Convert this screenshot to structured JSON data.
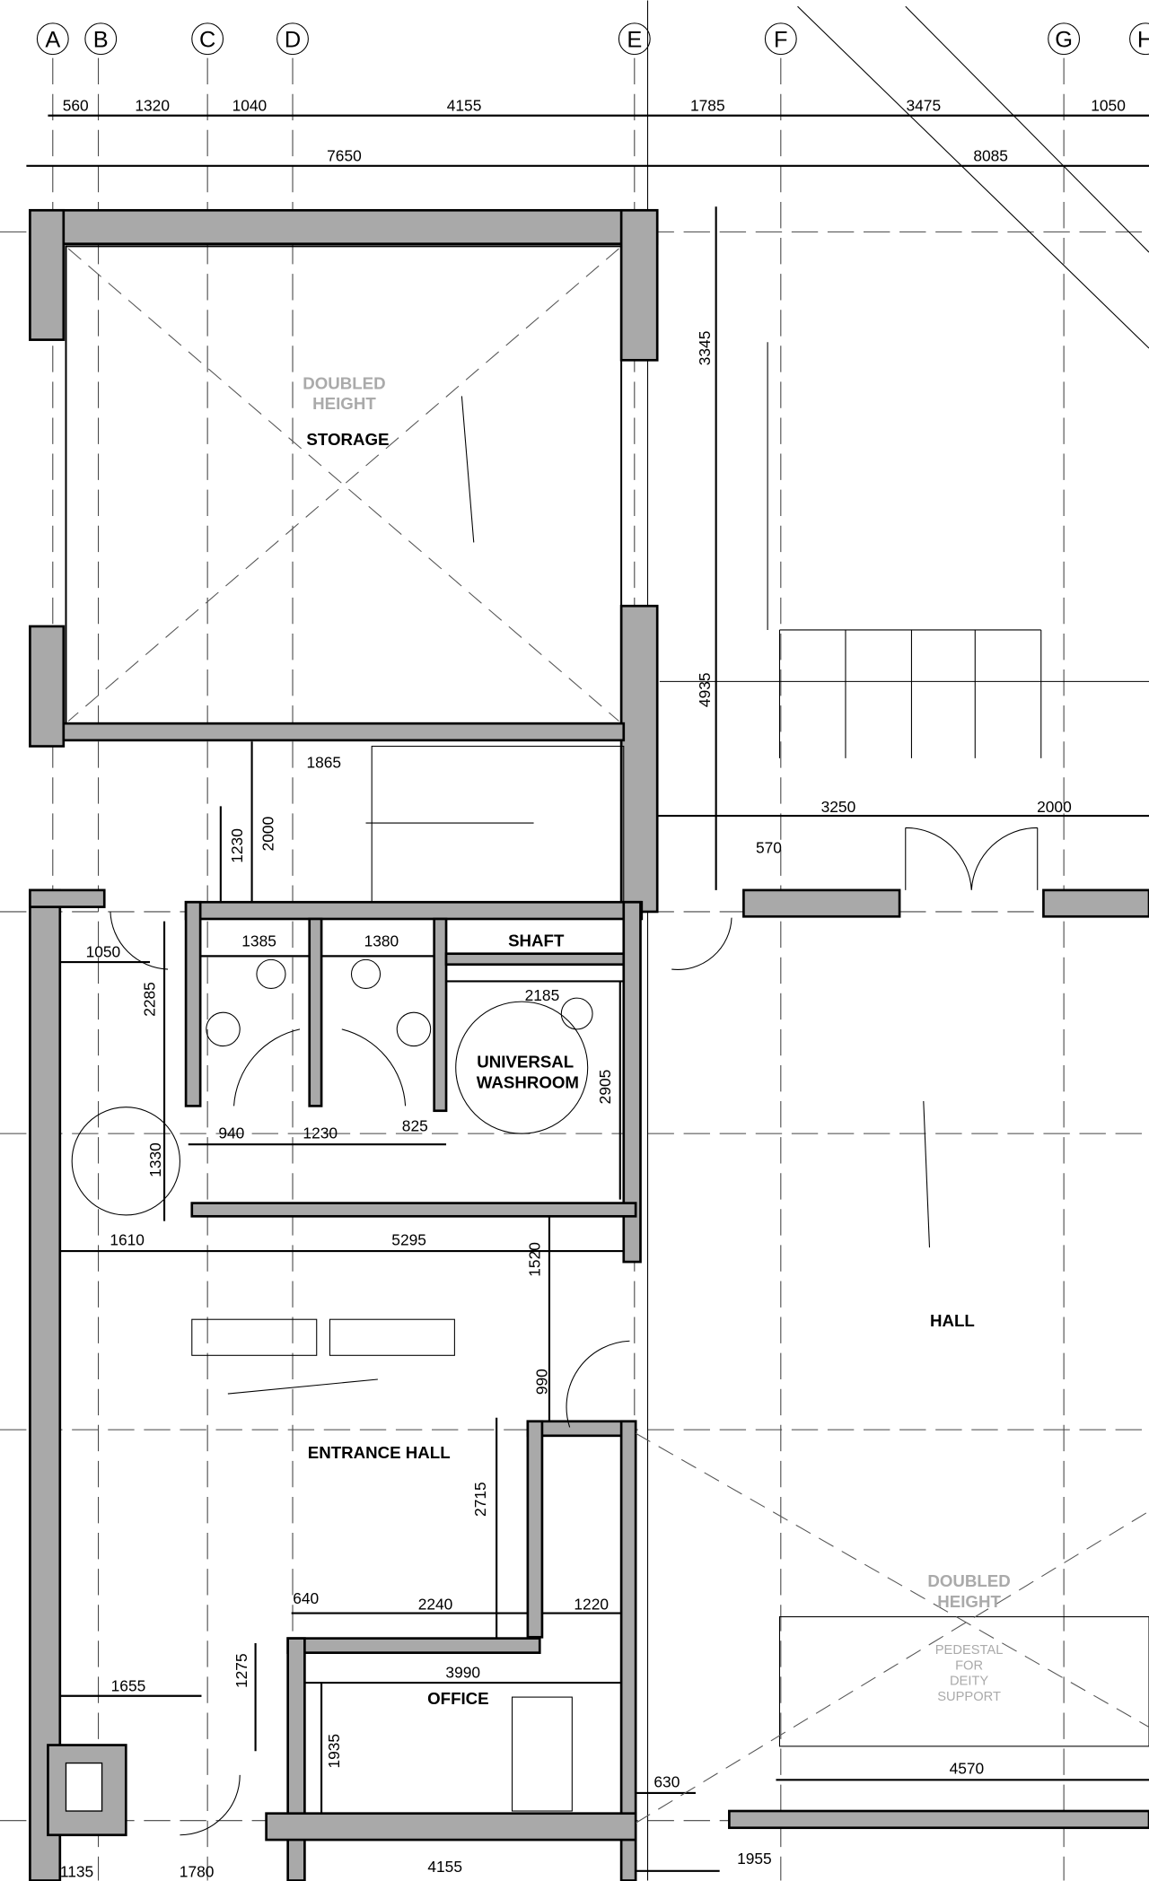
{
  "grid_labels": [
    "A",
    "B",
    "C",
    "D",
    "E",
    "F",
    "G",
    "H"
  ],
  "dimensions": [
    "560",
    "1320",
    "1040",
    "4155",
    "1785",
    "3475",
    "1050",
    "7650",
    "8085",
    "3345",
    "4935",
    "1865",
    "1230",
    "2000",
    "3250",
    "2000",
    "570",
    "1385",
    "1380",
    "2185",
    "1050",
    "2285",
    "2905",
    "940",
    "1230",
    "825",
    "1330",
    "1610",
    "5295",
    "1520",
    "990",
    "2715",
    "640",
    "2240",
    "1220",
    "1275",
    "1655",
    "3990",
    "1935",
    "630",
    "4570",
    "1135",
    "1780",
    "4155",
    "1955"
  ],
  "rooms": {
    "storage_note": [
      "DOUBLED",
      "HEIGHT"
    ],
    "storage": "STORAGE",
    "shaft": "SHAFT",
    "universal_washroom": [
      "UNIVERSAL",
      "WASHROOM"
    ],
    "hall": "HALL",
    "entrance_hall": "ENTRANCE HALL",
    "office": "OFFICE",
    "hall_note": [
      "DOUBLED",
      "HEIGHT"
    ],
    "pedestal": [
      "PEDESTAL",
      "FOR",
      "DEITY",
      "SUPPORT"
    ]
  },
  "colors": {
    "wall_fill": "#a9a9a9",
    "line": "#000000",
    "note_text": "#aaaaaa"
  }
}
